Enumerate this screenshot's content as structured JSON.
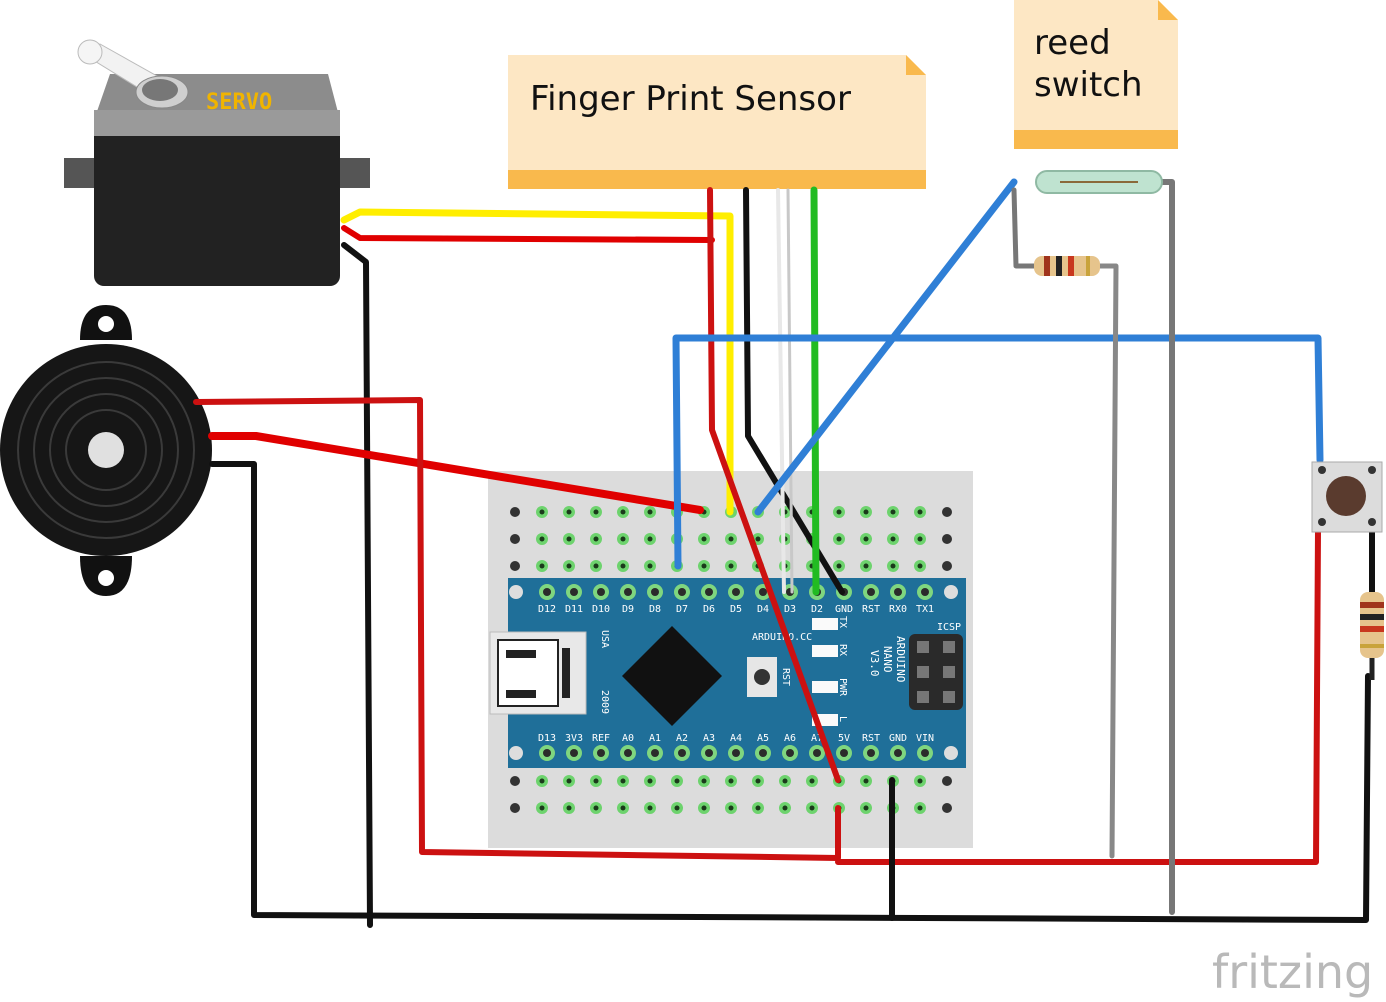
{
  "notes": {
    "fingerprint": "Finger Print Sensor",
    "reed_line1": "reed",
    "reed_line2": "switch"
  },
  "servo": {
    "label": "SERVO"
  },
  "arduino": {
    "brand": "ARDUINO.CC",
    "model_line1": "ARDUINO",
    "model_line2": "NANO",
    "model_line3": "V3.0",
    "usa": "USA",
    "year": "2009",
    "icsp": "ICSP",
    "rst": "RST",
    "tx": "TX",
    "rx": "RX",
    "pwr": "PWR",
    "l": "L",
    "top_pins": [
      "D12",
      "D11",
      "D10",
      "D9",
      "D8",
      "D7",
      "D6",
      "D5",
      "D4",
      "D3",
      "D2",
      "GND",
      "RST",
      "RX0",
      "TX1"
    ],
    "bottom_pins": [
      "D13",
      "3V3",
      "REF",
      "A0",
      "A1",
      "A2",
      "A3",
      "A4",
      "A5",
      "A6",
      "A7",
      "5V",
      "RST",
      "GND",
      "VIN"
    ]
  },
  "watermark": "fritzing",
  "colors": {
    "wire_red": "#cc1111",
    "wire_black": "#1a1a1a",
    "wire_blue": "#2f7fd6",
    "wire_yellow": "#ffee00",
    "wire_green": "#22bb22",
    "wire_gray": "#808080",
    "note_fill": "#fde7c4",
    "note_band": "#f9b94d",
    "board_blue": "#1f6f99"
  }
}
